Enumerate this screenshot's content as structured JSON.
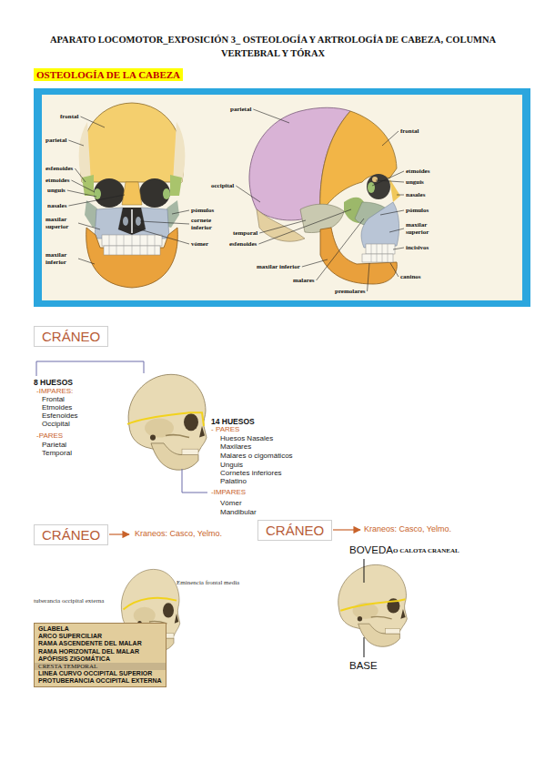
{
  "diagram": {
    "title": "APARATO LOCOMOTOR_EXPOSICIÓN 3_ OSTEOLOGÍA Y ARTROLOGÍA DE CABEZA, COLUMNA VERTEBRAL Y TÓRAX",
    "nodes": [
      {
        "text": [
          "OSTEOLOGÍA DE LA CABEZA"
        ]
      },
      {
        "text": [
          "CRÁNEO"
        ]
      },
      {
        "text": [
          "CRÁNEO"
        ]
      },
      {
        "text": [
          "CRÁNEO"
        ]
      },
      {
        "text": [
          "GLABELA",
          "ARCO SUPERCILIAR",
          "RAMA ASCENDENTE DEL MALAR",
          "RAMA HORIZONTAL DEL MALAR",
          "APÓFISIS ZIGOMÁTICA",
          "CRESTA TEMPORAL",
          "LINEA CURVO OCCIPITAL SUPERIOR",
          "PROTUBERANCIA OCCIPITAL EXTERNA"
        ]
      }
    ],
    "labels": [
      "frontal",
      "parietal",
      "esfenoides",
      "etmoides",
      "unguis",
      "nasales",
      "maxilar superior",
      "pómulos",
      "cornete inferior",
      "vómer",
      "maxilar inferior",
      "parietal",
      "frontal",
      "etmoides",
      "unguis",
      "nasales",
      "occipital",
      "pómulos",
      "maxilar superior",
      "temporal",
      "esfenoides",
      "incisivos",
      "maxilar inferior",
      "malares",
      "premolares",
      "caninos",
      "8 HUESOS",
      "-IMPARES:",
      "Frontal",
      "Etmoides",
      "Esfenoides",
      "Occipital",
      "-PARES",
      "Parietal",
      "Temporal",
      "14 HUESOS",
      "- PARES",
      "Huesos Nasales",
      "Maxilares",
      "Malares o cigomáticos",
      "Unguis",
      "Cornetes inferiores",
      "Palatino",
      "-IMPARES",
      "Vómer",
      "Mandibular",
      "Kraneos: Casco, Yelmo.",
      "Kraneos: Casco, Yelmo.",
      "Eminencia frontal media",
      "tuberancia occipital externa",
      "BOVEDA",
      "O CALOTA CRANEAL",
      "BASE"
    ]
  }
}
